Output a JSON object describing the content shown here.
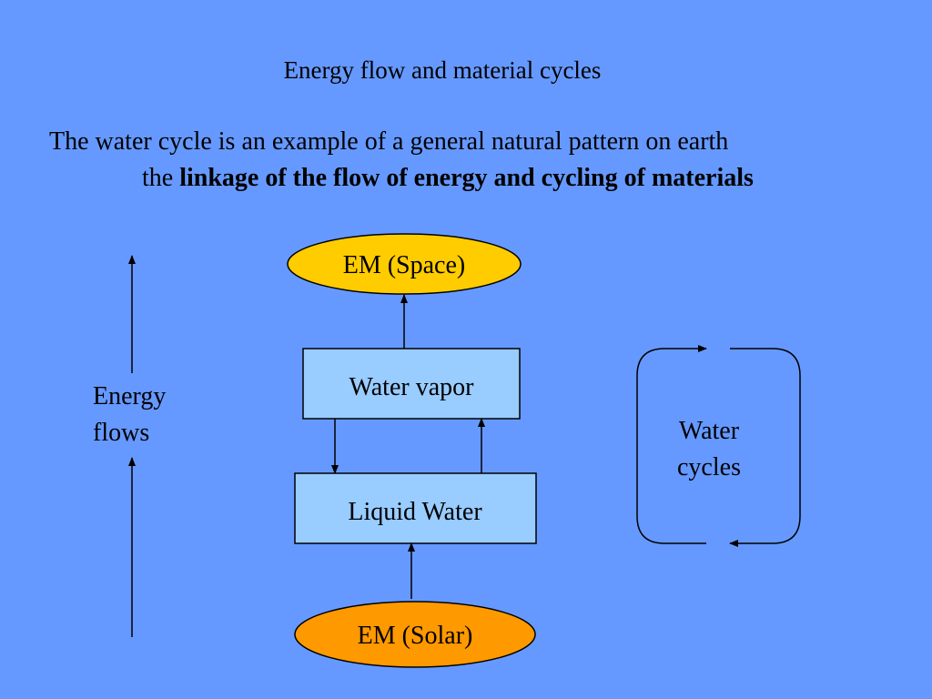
{
  "slide": {
    "title": "Energy flow and material cycles",
    "intro_line1": "The water cycle is an example of a general natural pattern on earth",
    "intro_line2_prefix": "the ",
    "intro_line2_bold": "linkage of the flow of energy and cycling of materials"
  },
  "diagram": {
    "em_space": "EM (Space)",
    "water_vapor": "Water vapor",
    "liquid_water": "Liquid Water",
    "em_solar": "EM (Solar)",
    "energy_flows_line1": "Energy",
    "energy_flows_line2": "flows",
    "water_cycles_line1": "Water",
    "water_cycles_line2": "cycles"
  },
  "colors": {
    "background": "#6699ff",
    "em_space_fill": "#ffcc00",
    "em_solar_fill": "#ff9900",
    "box_fill": "#99ccff"
  }
}
